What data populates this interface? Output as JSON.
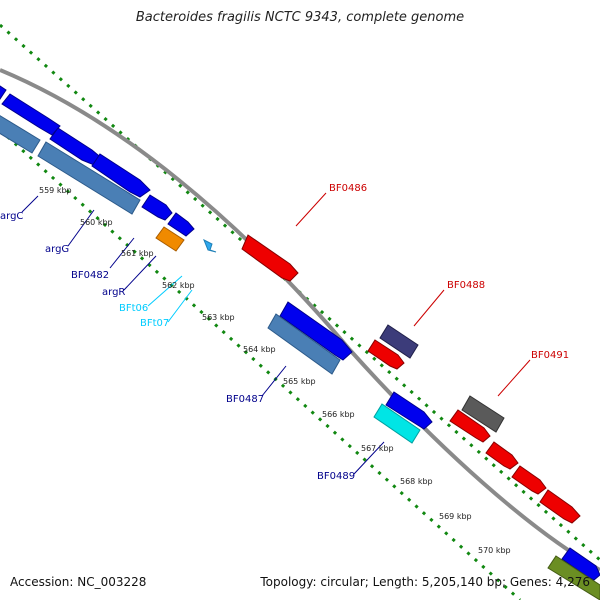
{
  "title": "Bacteroides fragilis NCTC 9343, complete genome",
  "footer": {
    "accession": "Accession: NC_003228",
    "topology": "Topology: circular; Length: 5,205,140 bp; Genes: 4,276"
  },
  "ticks": [
    "559 kbp",
    "560 kbp",
    "561 kbp",
    "562 kbp",
    "563 kbp",
    "564 kbp",
    "565 kbp",
    "566 kbp",
    "567 kbp",
    "568 kbp",
    "569 kbp",
    "570 kbp"
  ],
  "gene_labels": {
    "argC": "argC",
    "argG": "argG",
    "BF0482": "BF0482",
    "argR": "argR",
    "BFt06": "BFt06",
    "BFt07": "BFt07",
    "BF0486": "BF0486",
    "BF0487": "BF0487",
    "BF0488": "BF0488",
    "BF0489": "BF0489",
    "BF0491": "BF0491"
  },
  "colors": {
    "blue_gene": "#0000ee",
    "steel_gene": "#4a7fb5",
    "red_gene": "#ee0000",
    "navy_gene": "#3c3c7a",
    "gray_gene": "#5a5a5a",
    "cyan_gene": "#00e5e5",
    "orange_gene": "#f08a00",
    "light_blue_trna": "#2fa8ee",
    "olive_gene": "#6b8e23",
    "backbone": "#8a8a8a",
    "dots": "#118811",
    "label_blue": "#00008b",
    "label_red": "#cc0000",
    "label_cyan": "#00ccff"
  }
}
